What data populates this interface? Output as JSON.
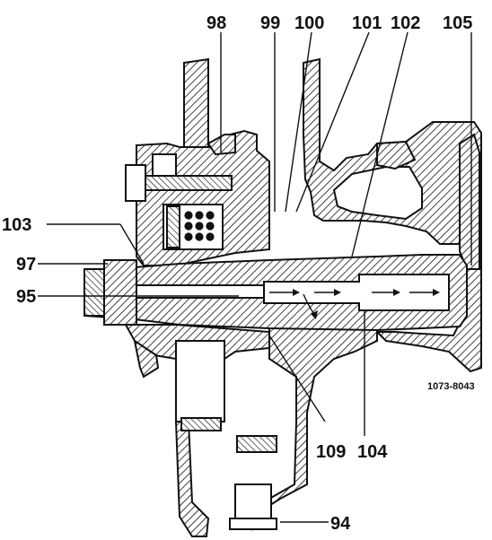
{
  "figure": {
    "drawing_code": "1073-8043",
    "callouts": {
      "c98": "98",
      "c99": "99",
      "c100": "100",
      "c101": "101",
      "c102": "102",
      "c105": "105",
      "c103": "103",
      "c97": "97",
      "c95": "95",
      "c109": "109",
      "c104": "104",
      "c94": "94"
    }
  }
}
